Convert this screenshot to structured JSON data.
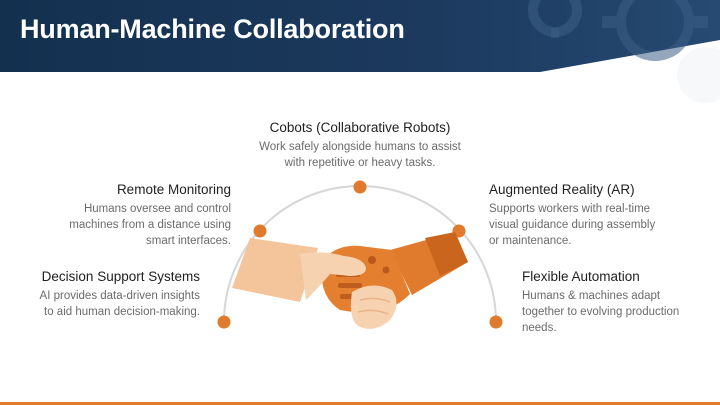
{
  "slide": {
    "title": "Human-Machine Collaboration",
    "colors": {
      "header_dark": "#1c3a5e",
      "accent_orange": "#e07a2c",
      "arc_gray": "#d6d6d6"
    }
  },
  "items": [
    {
      "title": "Cobots (Collaborative Robots)",
      "description_lines": [
        "Work safely alongside humans to assist",
        "with repetitive or heavy tasks."
      ]
    },
    {
      "title": "Remote Monitoring",
      "description_lines": [
        "Humans oversee and control",
        "machines from a distance using",
        "smart interfaces."
      ]
    },
    {
      "title": "Augmented Reality (AR)",
      "description_lines": [
        "Supports workers with real-time",
        "visual guidance during assembly",
        "or maintenance."
      ]
    },
    {
      "title": "Decision Support Systems",
      "description_lines": [
        "AI provides data-driven insights",
        "to aid human decision-making."
      ]
    },
    {
      "title": "Flexible Automation",
      "description_lines": [
        "Humans & machines adapt",
        "together to evolving production",
        "needs."
      ]
    }
  ],
  "illustration": {
    "icon": "handshake-human-robot-icon"
  }
}
